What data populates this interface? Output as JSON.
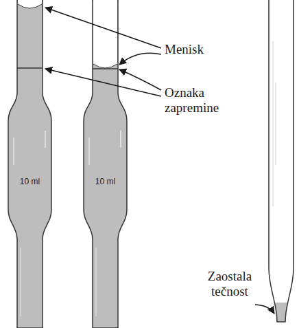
{
  "diagram": {
    "labels": [
      "Menisk",
      "Oznaka zapremine",
      "10 ml",
      "10 ml",
      "Zaostala tečnost"
    ]
  }
}
